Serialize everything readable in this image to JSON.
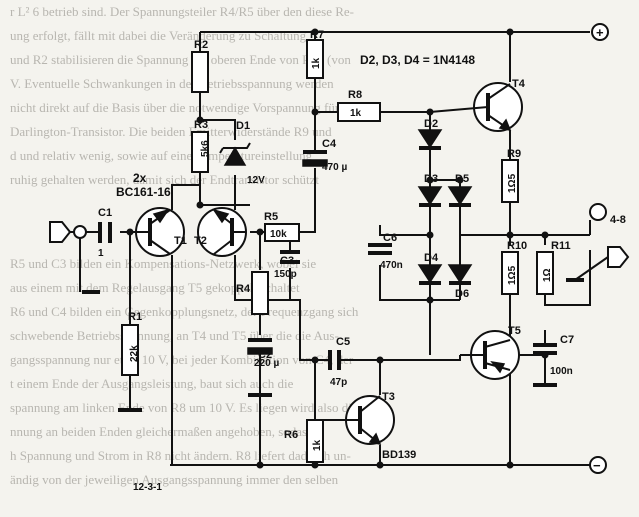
{
  "bleed_text": [
    "r L² 6 betrieb sind. Der Spannungsteiler R4/R5 über den diese Re-",
    "ung erfolgt, fällt mit dabei die Veränderung zu Schaltung",
    "und R2 stabilisieren die Spannung am oberen Ende von R10 (von",
    "V. Eventuelle Schwankungen in der Betriebsspannung werden",
    "nicht direkt auf die Basis über die notwendige Vorspannung für",
    "Darlington-Transistor. Die beiden Emitterwiderstände R9 und",
    "d und relativ wenig, sowie auf eine Temperatureinstellung",
    "ruhig gehalten werden, damit sich der Endtransistor schützt",
    "R5 und C3 bilden ein Kompensations-Netzwerk, wobei sie",
    "aus einem mit dem Regelausgang T5 gekoppelt schaltet",
    "R6 und C4 bilden ein Gegenkopplungsnetz, der Frequenzgang sich",
    "schwebende Betriebsspannung, an T4 und T5 über die die Aus-",
    "gangsspannung nur etwa 10 V, bei jeder Kombination von C4, der",
    "t einem Ende der Ausgangsleistung, baut sich auch die",
    "spannung am linken Ende von R8 um 10 V. Es liegen wird also die",
    "nnung an beiden Enden gleichermaßen angehoben, sodass",
    "h Spannung und Strom in R8 nicht ändern. R8 liefert dadurch un-",
    "ändig von der jeweiligen Ausgangsspannung immer den selben"
  ],
  "components": {
    "R1": {
      "name": "R1",
      "value": "22k"
    },
    "R2": {
      "name": "R2"
    },
    "R3": {
      "name": "R3",
      "value": "5k6"
    },
    "R4": {
      "name": "R4"
    },
    "R5": {
      "name": "R5",
      "value": "10k"
    },
    "R6": {
      "name": "R6",
      "value": "1k"
    },
    "R7": {
      "name": "R7",
      "value": "1k"
    },
    "R8": {
      "name": "R8",
      "value": "1k"
    },
    "R9": {
      "name": "R9",
      "value": "1Ω5"
    },
    "R10": {
      "name": "R10",
      "value": "1Ω5"
    },
    "R11": {
      "name": "R11",
      "value": "1Ω"
    },
    "C1": {
      "name": "C1",
      "value": "1"
    },
    "C2": {
      "name": "C2",
      "value": "220 µ"
    },
    "C3": {
      "name": "C3",
      "value": "150p"
    },
    "C4": {
      "name": "C4",
      "value": "470 µ"
    },
    "C5": {
      "name": "C5",
      "value": "47p"
    },
    "C6": {
      "name": "C6",
      "value": "470n"
    },
    "C7": {
      "name": "C7",
      "value": "100n"
    },
    "D1": {
      "name": "D1",
      "value": "12V"
    },
    "D2": {
      "name": "D2"
    },
    "D3": {
      "name": "D3"
    },
    "D4": {
      "name": "D4"
    },
    "D5": {
      "name": "D5"
    },
    "D6": {
      "name": "D6"
    },
    "T1": {
      "name": "T1"
    },
    "T2": {
      "name": "T2"
    },
    "T3": {
      "name": "T3",
      "value": "BD139"
    },
    "T4": {
      "name": "T4"
    },
    "T5": {
      "name": "T5"
    }
  },
  "notes": {
    "diodes": "D2, D3, D4 = 1N4148",
    "pair_count": "2x",
    "pair_type": "BC161-16",
    "output": "4-8",
    "ref_code": "12-3-1",
    "plus": "+",
    "minus": "−"
  }
}
